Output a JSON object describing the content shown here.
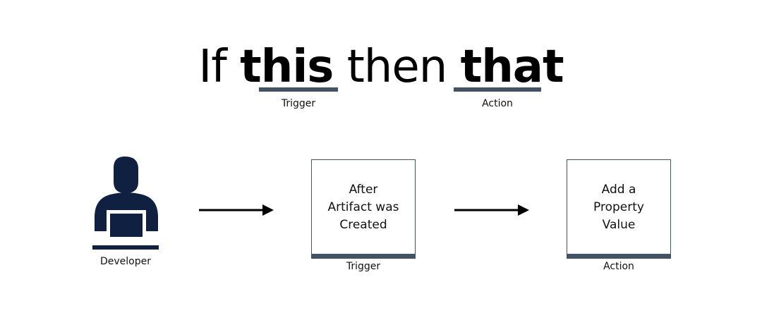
{
  "headline": {
    "word_if": "If",
    "word_this": "this",
    "word_then": "then",
    "word_that": "that"
  },
  "headline_labels": {
    "trigger": "Trigger",
    "action": "Action"
  },
  "actor": {
    "label": "Developer",
    "icon": "developer-at-laptop-icon"
  },
  "steps": [
    {
      "lines": [
        "After",
        "Artifact was",
        "Created"
      ],
      "caption": "Trigger"
    },
    {
      "lines": [
        "Add a",
        "Property",
        "Value"
      ],
      "caption": "Action"
    }
  ],
  "colors": {
    "accent": "#435363",
    "icon": "#0f2040",
    "text": "#111111",
    "background": "#ffffff"
  }
}
